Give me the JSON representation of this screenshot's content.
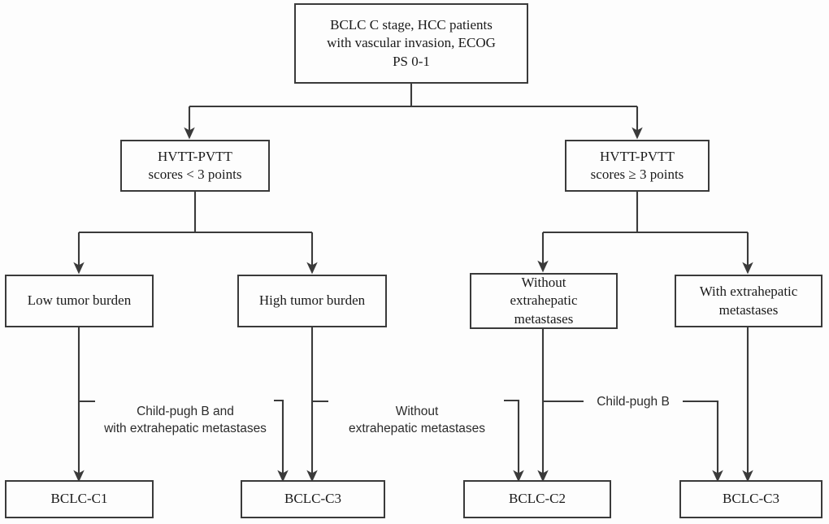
{
  "figure": {
    "title": "BCLC C stage substaging decision flowchart",
    "line_color": "#3a3a3a",
    "text_color": "#1a1a1a",
    "label_color": "#2b2b2b",
    "background": "#fdfdfd"
  },
  "nodes": {
    "root": {
      "id": "root",
      "text": "BCLC C stage, HCC patients\nwith vascular invasion, ECOG\nPS 0-1"
    },
    "left_branch": {
      "id": "hvtt-pvtt-low",
      "text": "HVTT-PVTT\nscores < 3 points"
    },
    "right_branch": {
      "id": "hvtt-pvtt-high",
      "text": "HVTT-PVTT\nscores ≥ 3 points"
    },
    "low_burden": {
      "id": "low-tumor-burden",
      "text": "Low tumor burden"
    },
    "high_burden": {
      "id": "high-tumor-burden",
      "text": "High tumor burden"
    },
    "without_mets": {
      "id": "without-extrahepatic-metastases",
      "text": "Without\nextrahepatic\nmetastases"
    },
    "with_mets": {
      "id": "with-extrahepatic-metastases",
      "text": "With extrahepatic\nmetastases"
    },
    "out_c1": {
      "id": "bclc-c1",
      "text": "BCLC-C1"
    },
    "out_c3_left": {
      "id": "bclc-c3-left",
      "text": "BCLC-C3"
    },
    "out_c2": {
      "id": "bclc-c2",
      "text": "BCLC-C2"
    },
    "out_c3_right": {
      "id": "bclc-c3-right",
      "text": "BCLC-C3"
    }
  },
  "edge_labels": {
    "child_pugh_b_and_mets": {
      "id": "child-pugh-b-and-with-extrahepatic-metastases",
      "text": "Child-pugh B and\nwith extrahepatic metastases"
    },
    "without_mets_label": {
      "id": "without-extrahepatic-metastases-label",
      "text": "Without\nextrahepatic metastases"
    },
    "child_pugh_b": {
      "id": "child-pugh-b",
      "text": "Child-pugh B"
    }
  }
}
